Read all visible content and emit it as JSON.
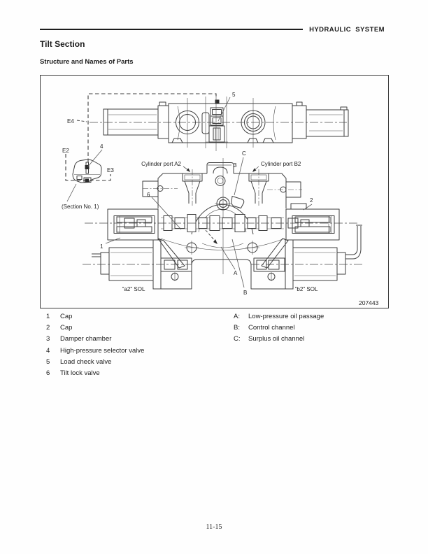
{
  "header": {
    "title": "HYDRAULIC  SYSTEM"
  },
  "section": {
    "title": "Tilt Section",
    "subtitle": "Structure and Names of Parts"
  },
  "figure": {
    "code": "207443",
    "labels": {
      "e2": "E2",
      "e3": "E3",
      "e4": "E4",
      "n1": "1",
      "n2": "2",
      "n3": "3",
      "n4": "4",
      "n5": "5",
      "n6": "6",
      "a": "A",
      "b": "B",
      "c": "C",
      "cyl_a2": "Cylinder port A2",
      "cyl_b2": "Cylinder port B2",
      "sol_a2": "\"a2\" SOL",
      "sol_b2": "\"b2\" SOL",
      "section_no": "(Section No. 1)"
    }
  },
  "parts": {
    "numbered": [
      {
        "num": "1",
        "name": "Cap"
      },
      {
        "num": "2",
        "name": "Cap"
      },
      {
        "num": "3",
        "name": "Damper chamber"
      },
      {
        "num": "4",
        "name": "High-pressure selector valve"
      },
      {
        "num": "5",
        "name": "Load check valve"
      },
      {
        "num": "6",
        "name": "Tilt lock valve"
      }
    ],
    "lettered": [
      {
        "key": "A:",
        "name": "Low-pressure oil passage"
      },
      {
        "key": "B:",
        "name": "Control channel"
      },
      {
        "key": "C:",
        "name": "Surplus oil channel"
      }
    ]
  },
  "page": {
    "number": "11-15"
  }
}
